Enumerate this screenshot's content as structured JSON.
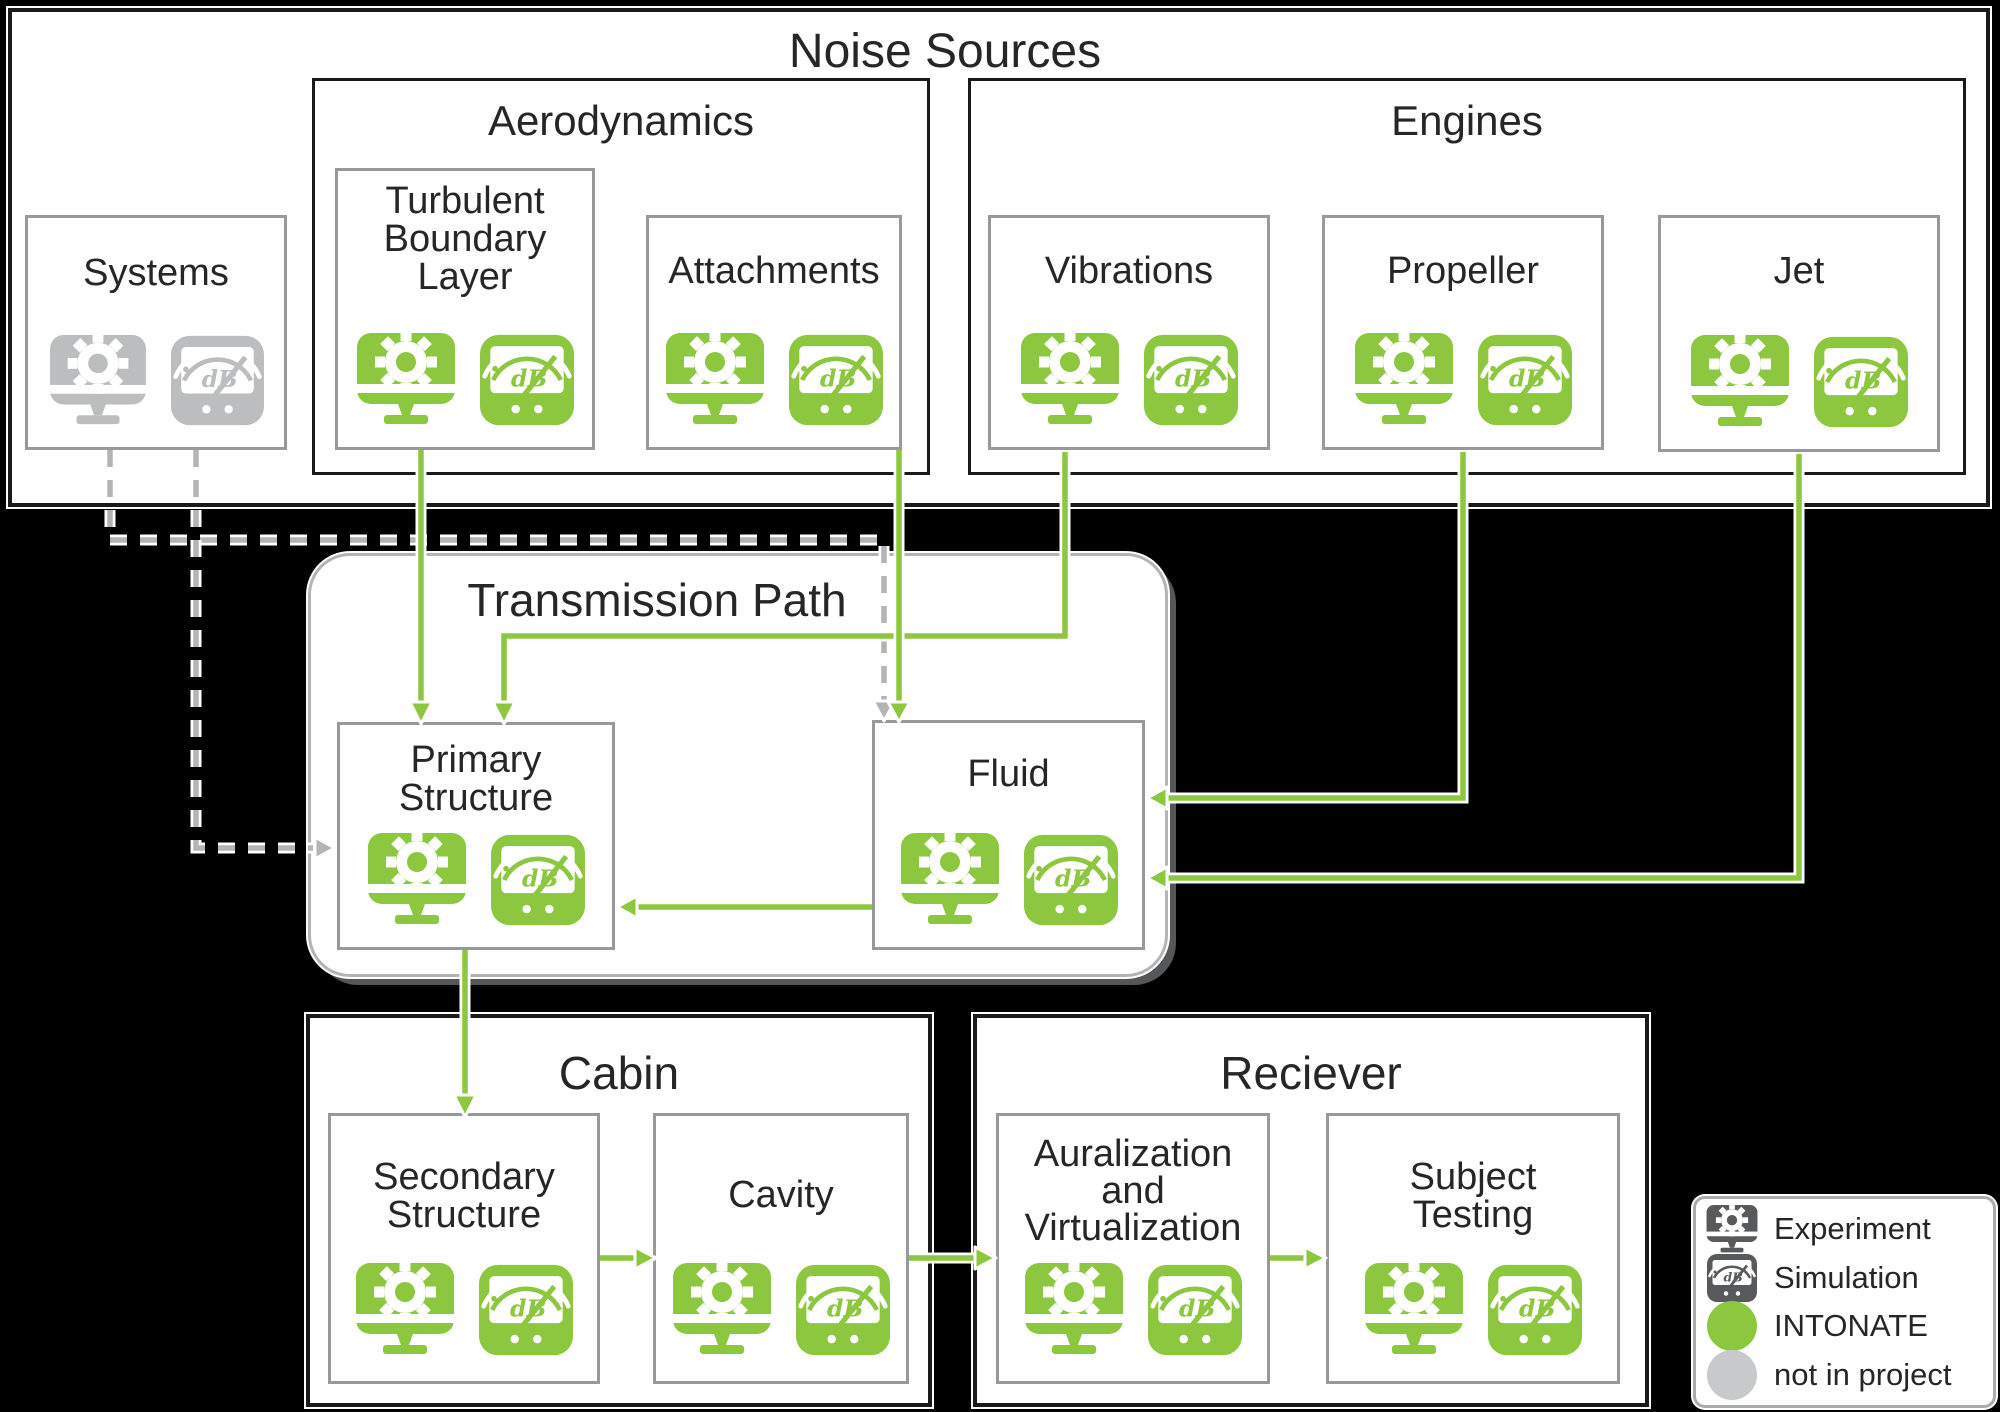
{
  "colors": {
    "intonate_green": "#8DC63F",
    "not_in_project_gray": "#C8C9CB",
    "gray_icon": "#BBBDBF",
    "legend_icon_dark": "#58595B",
    "dashed_connector": "#B2B4B6"
  },
  "noise_sources": {
    "title": "Noise Sources",
    "systems": {
      "label": "Systems",
      "status": "not in project",
      "icons": [
        "experiment-icon",
        "simulation-icon"
      ]
    },
    "aerodynamics": {
      "title": "Aerodynamics",
      "turbulent_boundary_layer": {
        "line1": "Turbulent",
        "line2": "Boundary Layer",
        "status": "INTONATE",
        "icons": [
          "experiment-icon",
          "simulation-icon"
        ]
      },
      "attachments": {
        "label": "Attachments",
        "status": "INTONATE",
        "icons": [
          "experiment-icon",
          "simulation-icon"
        ]
      }
    },
    "engines": {
      "title": "Engines",
      "vibrations": {
        "label": "Vibrations",
        "status": "INTONATE",
        "icons": [
          "experiment-icon",
          "simulation-icon"
        ]
      },
      "propeller": {
        "label": "Propeller",
        "status": "INTONATE",
        "icons": [
          "experiment-icon",
          "simulation-icon"
        ]
      },
      "jet": {
        "label": "Jet",
        "status": "INTONATE",
        "icons": [
          "experiment-icon",
          "simulation-icon"
        ]
      }
    }
  },
  "transmission_path": {
    "title": "Transmission Path",
    "primary_structure": {
      "line1": "Primary",
      "line2": "Structure",
      "status": "INTONATE",
      "icons": [
        "experiment-icon",
        "simulation-icon"
      ]
    },
    "fluid": {
      "label": "Fluid",
      "status": "INTONATE",
      "icons": [
        "experiment-icon",
        "simulation-icon"
      ]
    }
  },
  "cabin": {
    "title": "Cabin",
    "secondary_structure": {
      "line1": "Secondary",
      "line2": "Structure",
      "status": "INTONATE",
      "icons": [
        "experiment-icon",
        "simulation-icon"
      ]
    },
    "cavity": {
      "label": "Cavity",
      "status": "INTONATE",
      "icons": [
        "experiment-icon",
        "simulation-icon"
      ]
    }
  },
  "reciever": {
    "title": "Reciever",
    "auralization_and_virtualization": {
      "line1": "Auralization",
      "line2": "and",
      "line3": "Virtualization",
      "status": "INTONATE",
      "icons": [
        "experiment-icon",
        "simulation-icon"
      ]
    },
    "subject_testing": {
      "line1": "Subject",
      "line2": "Testing",
      "status": "INTONATE",
      "icons": [
        "experiment-icon",
        "simulation-icon"
      ]
    }
  },
  "legend": {
    "experiment": "Experiment",
    "simulation": "Simulation",
    "intonate": "INTONATE",
    "not_in_project": "not in project"
  }
}
